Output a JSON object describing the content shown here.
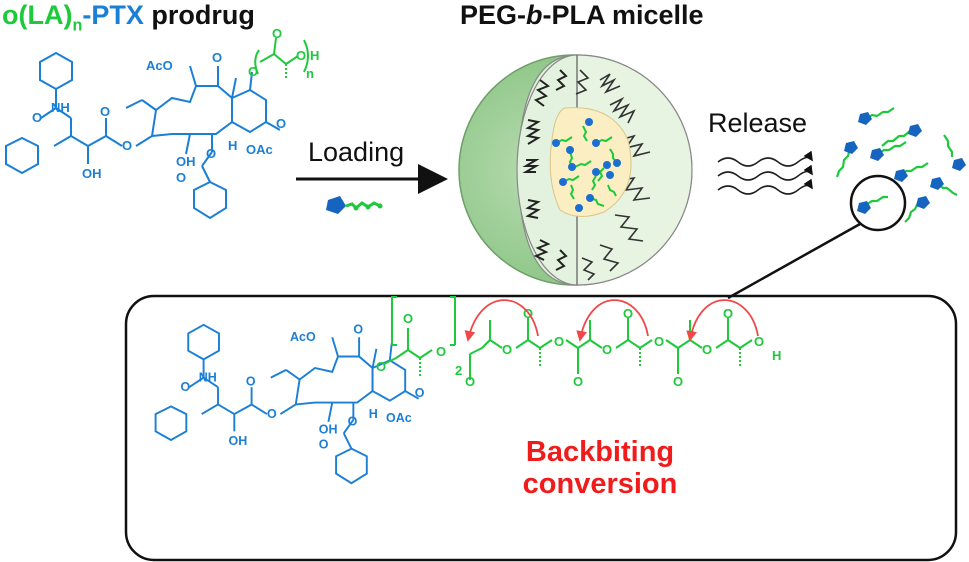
{
  "titles": {
    "prodrug": {
      "part1": "o(LA)",
      "sub": "n",
      "part2": "-PTX",
      "part3": " prodrug"
    },
    "micelle": {
      "part1": "PEG-",
      "italic": "b",
      "part2": "-PLA micelle"
    }
  },
  "steps": {
    "loading": "Loading",
    "release": "Release"
  },
  "conversion_label": {
    "line1": "Backbiting",
    "line2": "conversion"
  },
  "molecule": {
    "name": "paclitaxel",
    "atoms": {
      "aco": "AcO",
      "oac": "OAc",
      "nh": "NH",
      "oh": "OH",
      "h": "H",
      "o": "O",
      "n": "n",
      "repeat": "2"
    }
  },
  "colors": {
    "ptx": "#1b7fd6",
    "oligolactide": "#1ec93c",
    "arrow_red": "#f04848",
    "micelle_shell": "#8fc98a",
    "micelle_corona": "#dff1d9",
    "micelle_core": "#fbeec2",
    "drug_head": "#1565c0"
  }
}
